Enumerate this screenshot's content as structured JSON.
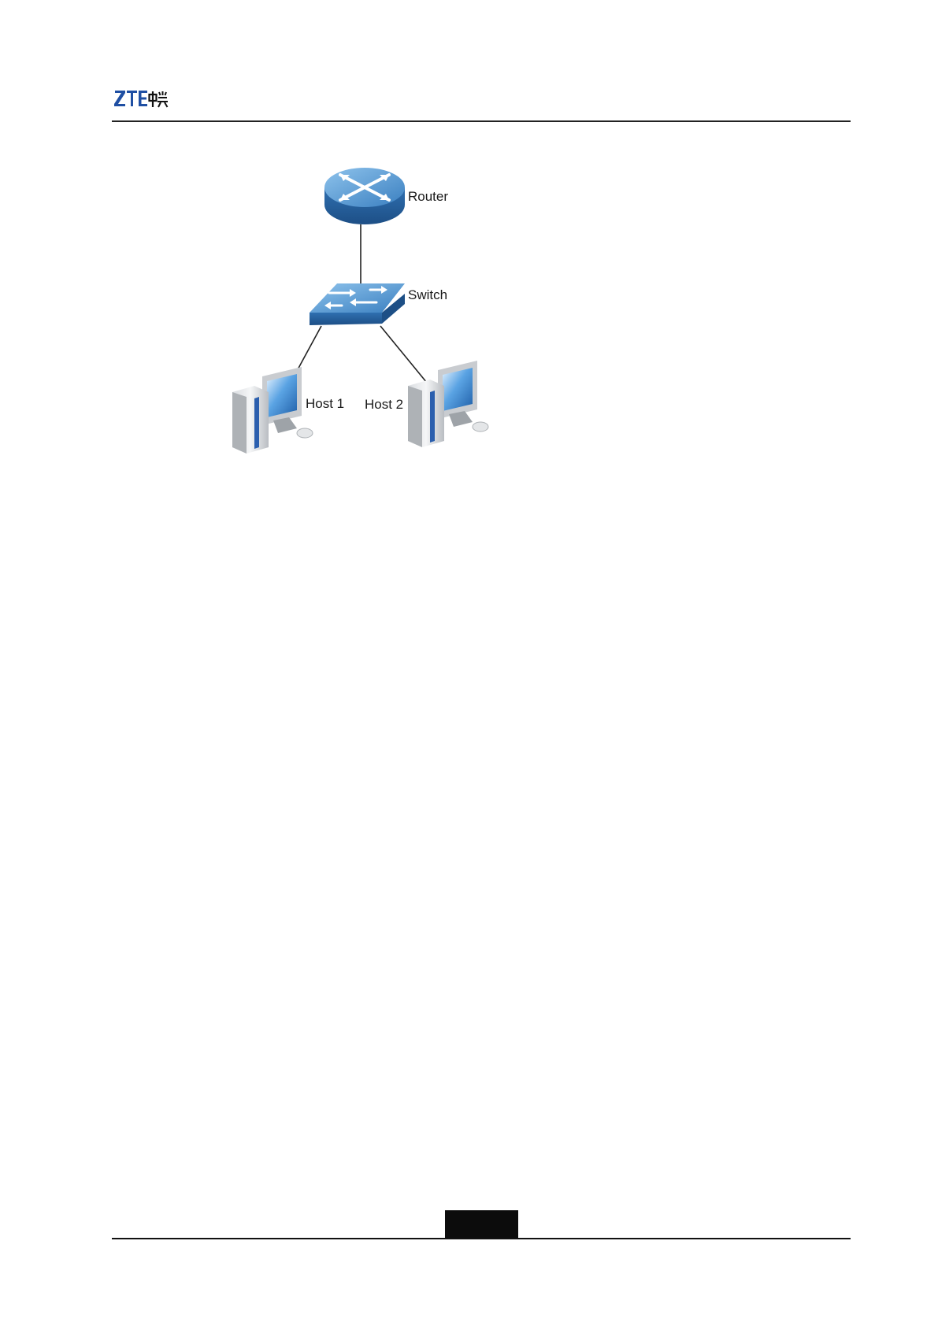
{
  "header": {
    "logo": {
      "latin": "ZTE",
      "chinese": "中兴",
      "color": "#1f4fa3"
    }
  },
  "diagram": {
    "nodes": [
      {
        "id": "router",
        "label": "Router",
        "icon": "router-icon"
      },
      {
        "id": "switch",
        "label": "Switch",
        "icon": "switch-icon"
      },
      {
        "id": "host1",
        "label": "Host 1",
        "icon": "computer-icon"
      },
      {
        "id": "host2",
        "label": "Host 2",
        "icon": "computer-icon"
      }
    ],
    "links": [
      {
        "from": "router",
        "to": "switch"
      },
      {
        "from": "switch",
        "to": "host1"
      },
      {
        "from": "switch",
        "to": "host2"
      }
    ],
    "colors": {
      "device_blue": "#3f86c6",
      "link": "#222222"
    }
  }
}
